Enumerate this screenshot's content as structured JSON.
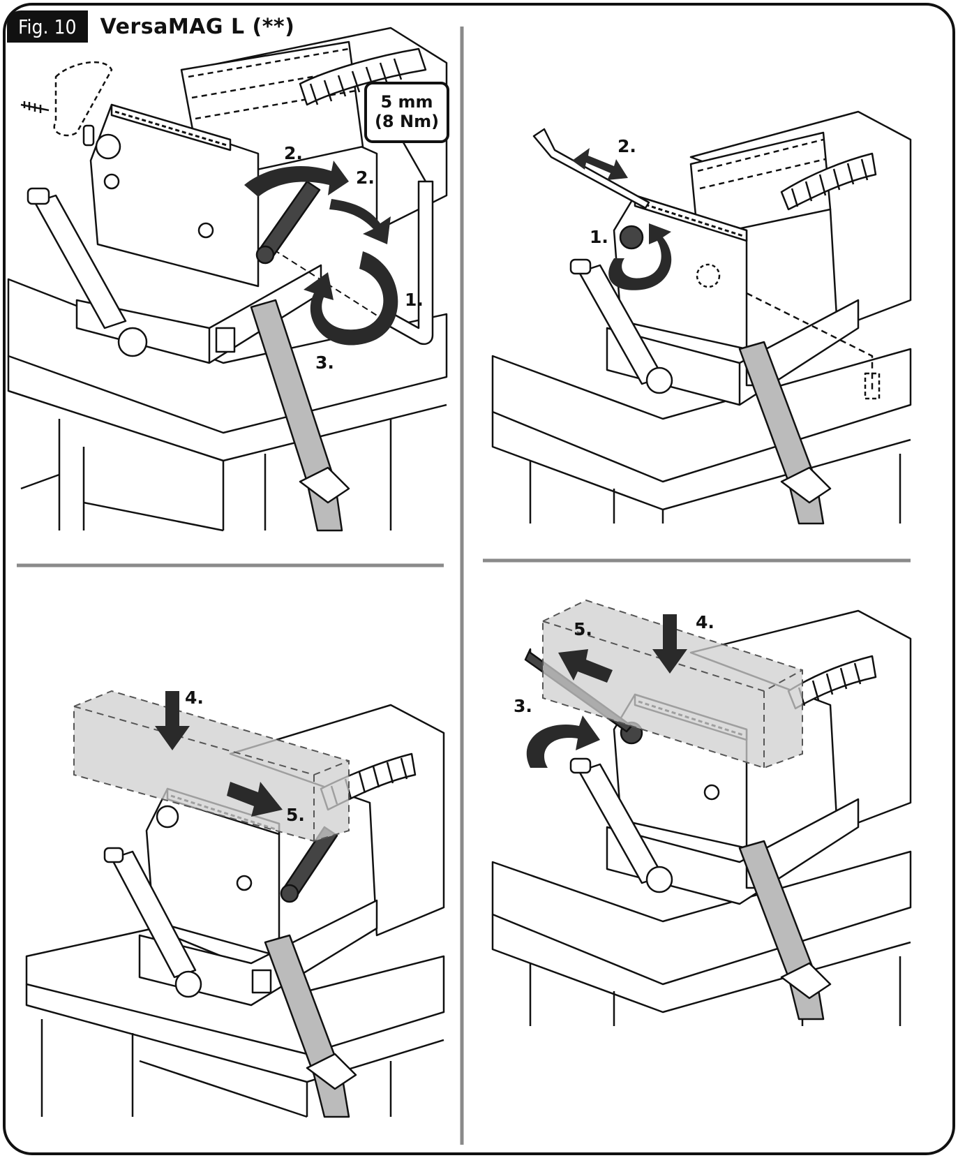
{
  "header": {
    "fig_label": "Fig. 10",
    "title": "VersaMAG L (**)"
  },
  "spec": {
    "hex_size": "5 mm",
    "torque": "(8 Nm)"
  },
  "panel_tl": {
    "step_2a": "2.",
    "step_2b": "2.",
    "step_1": "1.",
    "step_3": "3."
  },
  "panel_tr": {
    "step_2": "2.",
    "step_1": "1."
  },
  "panel_bl": {
    "step_4": "4.",
    "step_5": "5."
  },
  "panel_br": {
    "step_5": "5.",
    "step_4": "4.",
    "step_3": "3."
  },
  "colors": {
    "line": "#111111",
    "grey_fill": "#cfcfcf",
    "divider": "#8a8a8a",
    "dark_arrow": "#2a2a2a"
  }
}
